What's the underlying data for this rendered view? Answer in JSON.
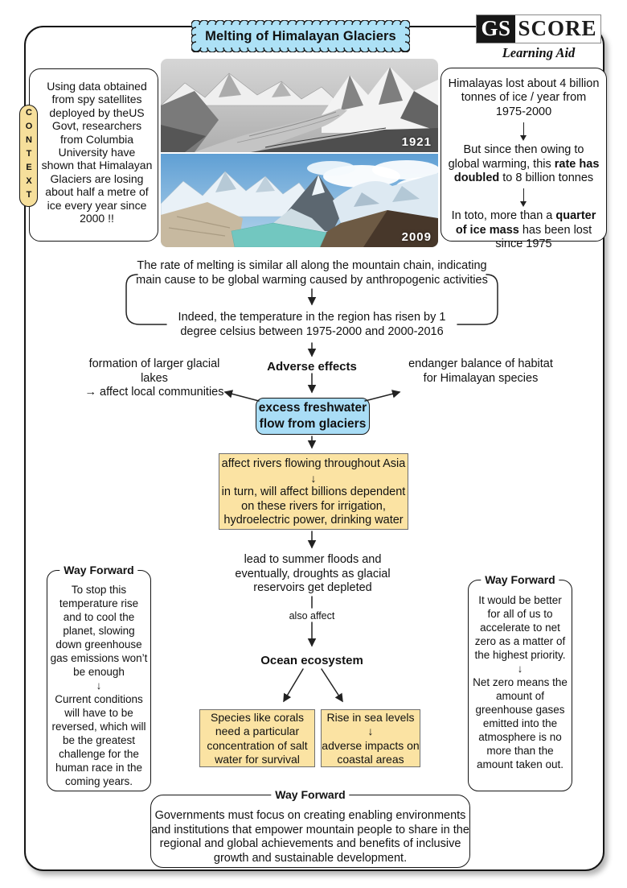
{
  "header": {
    "title": "Melting of Himalayan Glaciers",
    "logo_gs": "GS",
    "logo_score": "SCORE",
    "logo_tagline": "Learning Aid"
  },
  "context": {
    "label": "CONTEXT",
    "text": "Using data obtained from spy satellites deployed by theUS Govt, researchers from Columbia University have shown that Himalayan Glaciers are losing about half a metre of ice every year since 2000 !!"
  },
  "photos": {
    "before_year": "1921",
    "after_year": "2009"
  },
  "ice_loss": {
    "p1": "Himalayas lost about 4 billion tonnes of ice / year from 1975-2000",
    "p2_pre": "But since then owing to global warming, this ",
    "p2_bold": "rate has doubled",
    "p2_post": " to 8 billion tonnes",
    "p3_pre": "In toto, more than a ",
    "p3_bold": "quarter of ice mass",
    "p3_post": " has been lost since 1975"
  },
  "flow": {
    "statement1": "The rate of melting is similar all along the mountain chain, indicating main cause to be global warming caused by anthropogenic activities",
    "statement2": "Indeed, the temperature in the region has risen by 1 degree celsius between 1975-2000 and 2000-2016",
    "adverse_label": "Adverse effects",
    "left_effect_line1": "formation of larger glacial lakes",
    "left_effect_line2": "→ affect local communities",
    "right_effect_line1": "endanger balance of habitat",
    "right_effect_line2": "for Himalayan species",
    "freshwater_box": "excess freshwater flow from glaciers",
    "rivers_line1": "affect rivers flowing throughout Asia",
    "rivers_line2a": "in turn, will affect billions dependent",
    "rivers_line2b": "on these rivers for irrigation,",
    "rivers_line2c": "hydroelectric power, drinking water",
    "floods": "lead to summer floods and eventually, droughts as glacial reservoirs get depleted",
    "also_affect": "also affect",
    "ocean_label": "Ocean ecosystem",
    "corals_box": "Species like corals need a particular concentration of salt water for survival",
    "sea_line1": "Rise in sea levels",
    "sea_line2": "adverse impacts on coastal areas"
  },
  "glyphs": {
    "down_arrow": "↓"
  },
  "way_forward_left": {
    "title": "Way Forward",
    "p1": "To stop this temperature rise and to cool the planet, slowing down greenhouse gas emissions won’t be enough",
    "p2": "Current conditions will have to be reversed, which will be the greatest challenge for the human race in the coming years."
  },
  "way_forward_right": {
    "title": "Way Forward",
    "p1": "It would be better for all of us to accelerate to net zero as a matter of the highest priority.",
    "p2": "Net zero means the amount of greenhouse gases emitted into the atmosphere is no more than the amount taken out."
  },
  "way_forward_bottom": {
    "title": "Way Forward",
    "lines": [
      "Governments must focus on creating enabling environments",
      "and institutions that empower mountain people to share in the",
      "regional and global achievements and benefits of inclusive",
      "growth and sustainable development."
    ]
  },
  "colors": {
    "bubble_blue": "#ade1f6",
    "freshwater_blue": "#a9ddf6",
    "highlight_yellow": "#fbe3a3",
    "context_yellow": "#f6df9b",
    "border_black": "#151515"
  }
}
